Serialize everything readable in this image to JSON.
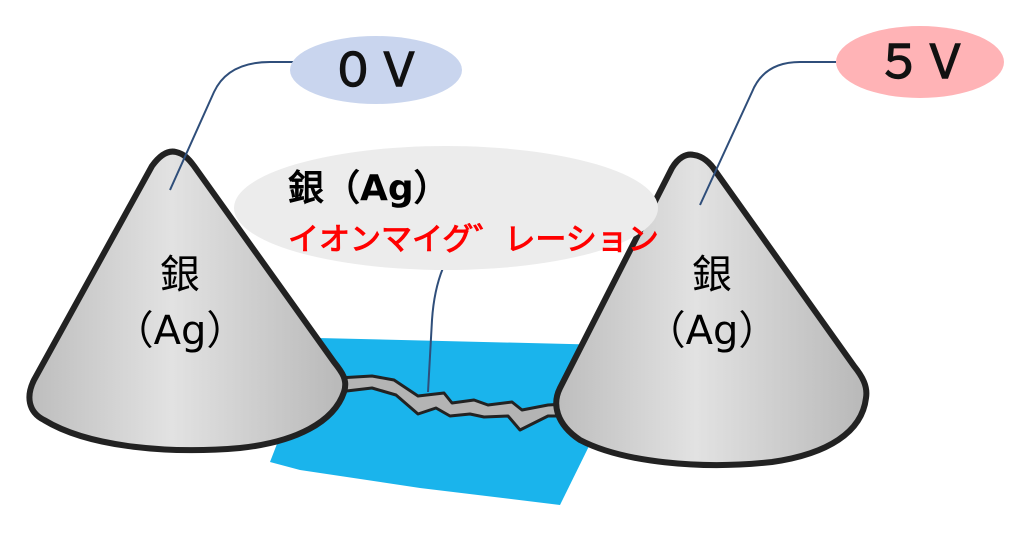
{
  "voltage_left": {
    "label": "０Ｖ",
    "fill": "#c9d5ee",
    "text_color": "#111111"
  },
  "voltage_right": {
    "label": "５Ｖ",
    "fill": "#ffb3b6",
    "text_color": "#111111"
  },
  "electrode_left": {
    "line1": "銀",
    "line2": "（Ag）"
  },
  "electrode_right": {
    "line1": "銀",
    "line2": "（Ag）"
  },
  "callout": {
    "title": "銀（Ag）",
    "subtitle": "イオンマイグ゛レーション",
    "subtitle_color": "#ff0000",
    "fill": "#ececec"
  },
  "colors": {
    "water": "#1ab4ec",
    "cone_fill": "#d6d6d6",
    "cone_stroke": "#222222",
    "leader_line": "#2f4e7a"
  }
}
